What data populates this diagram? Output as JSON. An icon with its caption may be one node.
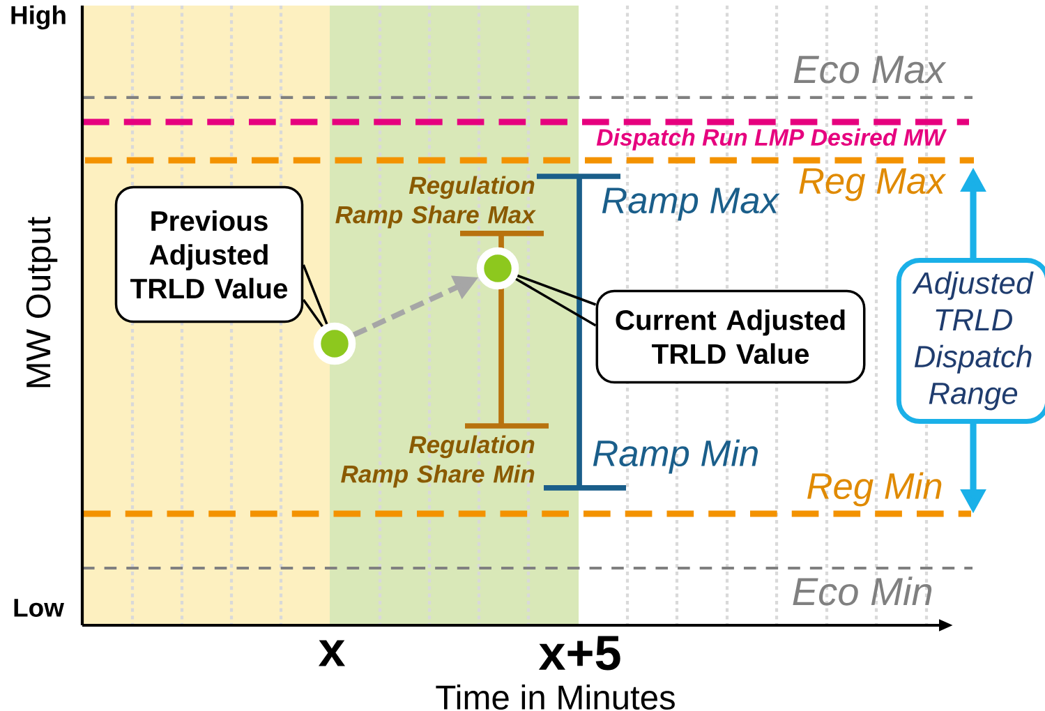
{
  "diagram": {
    "nodes": [
      {
        "text": [
          "Previous Adjusted TRLD Value"
        ]
      },
      {
        "text": [],
        "shape": "circle"
      },
      {
        "text": [],
        "shape": "circle"
      },
      {
        "text": [
          "Current Adjusted TRLD Value"
        ]
      },
      {
        "text": [
          "Adjusted TRLD Dispatch Range"
        ]
      }
    ],
    "edges": [
      {
        "from": 1,
        "to": 2,
        "arrow": "to",
        "style": "dashed",
        "color": "#a6a6a6"
      },
      {
        "from": 0,
        "to": 1,
        "arrow": "none"
      },
      {
        "from": 3,
        "to": 2,
        "arrow": "none"
      },
      {
        "from": 4,
        "to": null,
        "arrow": "to",
        "color": "#1ab0e8"
      },
      {
        "from": 4,
        "to": null,
        "arrow": "to",
        "color": "#1ab0e8"
      }
    ],
    "labels": [
      "High",
      "Low",
      "MW Output",
      "Eco Max",
      "Dispatch Run LMP Desired MW",
      "Reg Max",
      "Regulation Ramp Share Max",
      "Ramp Max",
      "Regulation Ramp Share Min",
      "Ramp Min",
      "Reg Min",
      "Eco Min",
      "x",
      "x+5",
      "Time in Minutes"
    ]
  }
}
